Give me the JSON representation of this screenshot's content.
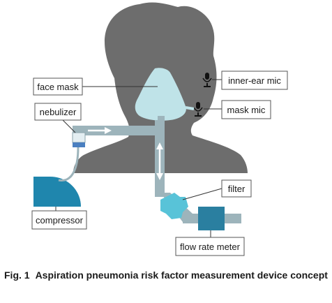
{
  "labels": {
    "face_mask": "face mask",
    "nebulizer": "nebulizer",
    "compressor": "compressor",
    "inner_ear_mic": "inner-ear mic",
    "mask_mic": "mask mic",
    "filter": "filter",
    "flow_rate_meter": "flow rate meter"
  },
  "caption": {
    "number": "Fig. 1",
    "text": "Aspiration pneumonia risk factor measurement device concept"
  },
  "colors": {
    "head": "#6d6d6d",
    "mask": "#bfe3e8",
    "tube": "#9db4bb",
    "compressor": "#1f86ad",
    "filter": "#58c3d8",
    "flow_meter": "#2a7fa0",
    "nebulizer_cap": "#4a7fc0"
  },
  "icons": {
    "microphone": "microphone-icon",
    "arrow": "flow-arrow-icon"
  }
}
